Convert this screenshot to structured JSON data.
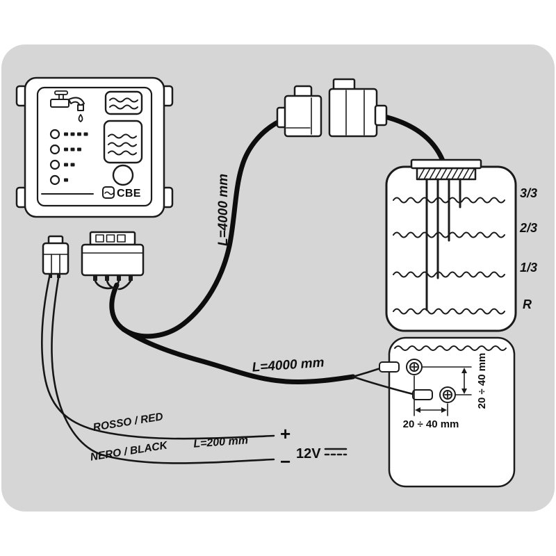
{
  "diagram": {
    "brand": "CBE",
    "colors": {
      "background": "#d6d6d6",
      "ink": "#141414"
    },
    "labels": {
      "tank_cable": "L=4000 mm",
      "terminal_cable": "L=4000 mm",
      "power_cable": "L=200 mm",
      "red_wire": "ROSSO / RED",
      "black_wire": "NERO / BLACK",
      "plus": "+",
      "minus": "−",
      "voltage": "12V",
      "dim_horizontal": "20 ÷ 40 mm",
      "dim_vertical": "20 ÷ 40 mm"
    },
    "tank_levels": [
      "3/3",
      "2/3",
      "1/3",
      "R"
    ]
  }
}
